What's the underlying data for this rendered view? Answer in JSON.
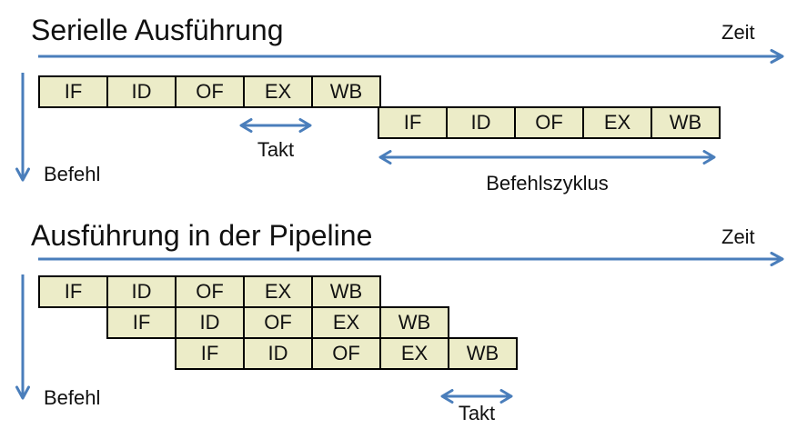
{
  "colors": {
    "accent_blue": "#4a7ebb",
    "box_fill": "#ececc8",
    "box_border": "#000000",
    "text": "#111111",
    "background": "#ffffff"
  },
  "pipeline_stages": [
    "IF",
    "ID",
    "OF",
    "EX",
    "WB"
  ],
  "sections": [
    {
      "title": "Serielle Ausführung",
      "zeit_label": "Zeit",
      "befehl_label": "Befehl",
      "takt_label": "Takt",
      "befehlszyklus_label": "Befehlszyklus",
      "rows": [
        [
          "IF",
          "ID",
          "OF",
          "EX",
          "WB"
        ],
        [
          "IF",
          "ID",
          "OF",
          "EX",
          "WB"
        ]
      ]
    },
    {
      "title": "Ausführung in der Pipeline",
      "zeit_label": "Zeit",
      "befehl_label": "Befehl",
      "takt_label": "Takt",
      "rows": [
        [
          "IF",
          "ID",
          "OF",
          "EX",
          "WB"
        ],
        [
          "IF",
          "ID",
          "OF",
          "EX",
          "WB"
        ],
        [
          "IF",
          "ID",
          "OF",
          "EX",
          "WB"
        ]
      ]
    }
  ],
  "icons": {
    "zeit_axis": "right-arrow-icon",
    "befehl_axis": "down-arrow-icon",
    "takt_span": "double-headed-arrow-icon",
    "befehlszyklus_span": "double-headed-arrow-icon"
  }
}
